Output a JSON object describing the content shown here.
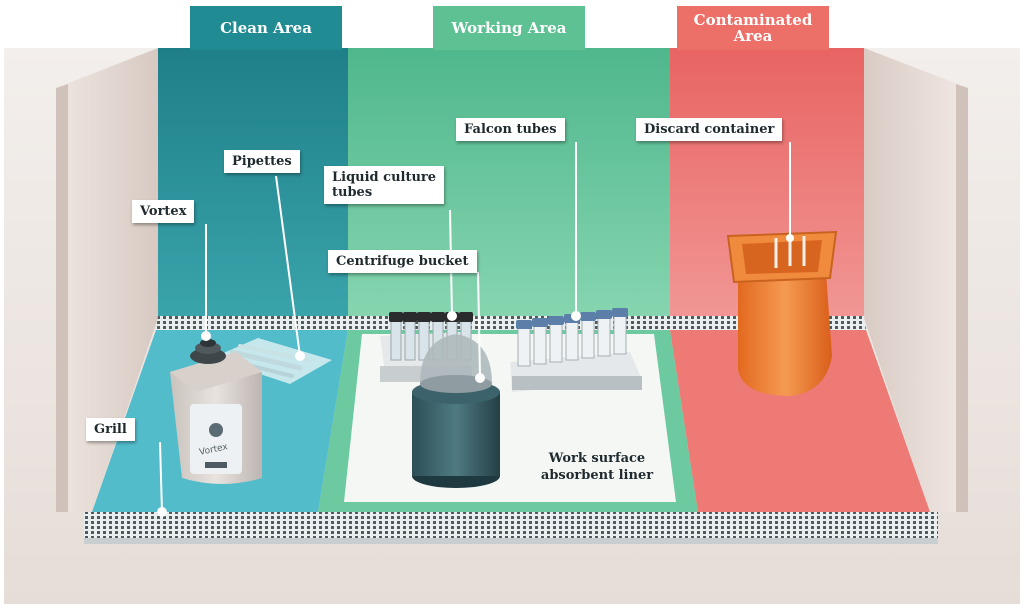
{
  "areas": [
    {
      "label": "Clean Area",
      "color": "#218b93"
    },
    {
      "label": "Working Area",
      "color": "#5dc193"
    },
    {
      "label": "Contaminated\nArea",
      "color": "#ec6f68"
    }
  ],
  "labels": {
    "vortex": "Vortex",
    "pipettes": "Pipettes",
    "liquid_culture_tubes": "Liquid culture\ntubes",
    "centrifuge_bucket": "Centrifuge bucket",
    "falcon_tubes": "Falcon tubes",
    "discard_container": "Discard container",
    "grill": "Grill",
    "work_surface": "Work surface\nabsorbent liner"
  },
  "device_text": "Vortex",
  "colors": {
    "clean_zone": "#2f8f96",
    "working_zone": "#6cc79e",
    "contaminated_zone": "#e9706c",
    "clean_floor": "#55bfcd",
    "contaminated_floor": "#ee7b77",
    "liner": "#f4f6f4",
    "cabinet_side": "#e7dcd6",
    "grill": "#5a6466",
    "discard_container": "#f08a3c",
    "tube_cap": "#5b7fa8"
  }
}
